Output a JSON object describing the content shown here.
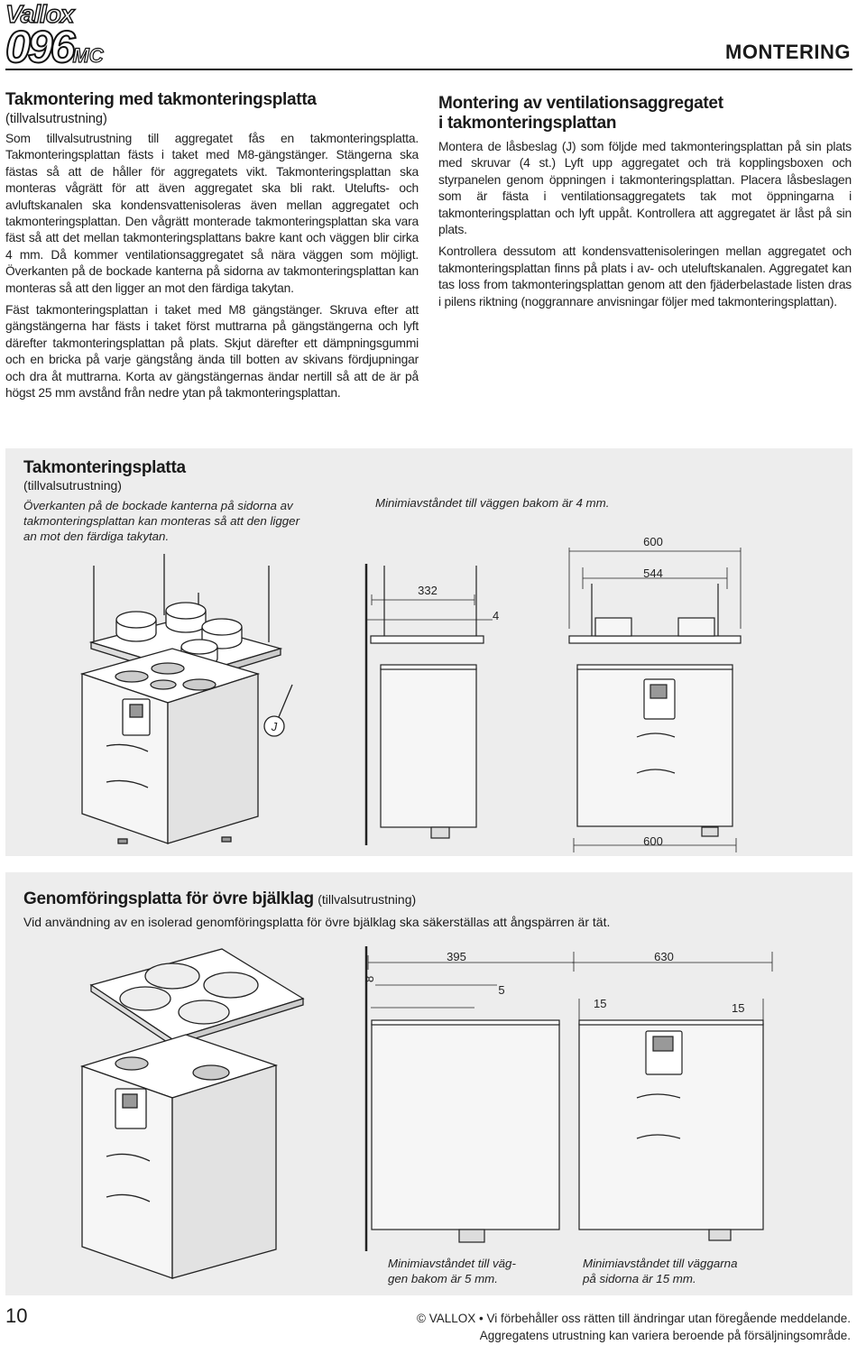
{
  "header": {
    "brand": "Vallox",
    "model": "096",
    "model_suffix": "MC",
    "section": "MONTERING"
  },
  "left_column": {
    "title": "Takmontering med takmonteringsplatta",
    "subtitle": "(tillvalsutrustning)",
    "paragraphs": [
      "Som tillvalsutrustning till aggregatet fås en takmonteringsplatta. Takmonteringsplattan fästs i taket med M8-gängstänger. Stängerna ska fästas så att de håller för aggregatets vikt. Takmonteringsplattan ska monteras vågrätt för att även aggregatet ska bli rakt. Utelufts- och avluftskanalen ska kondensvattenisoleras även mellan aggregatet och takmonteringsplattan. Den vågrätt monterade takmonteringsplattan ska vara fäst så att det mellan takmonteringsplattans bakre kant och väggen blir cirka 4 mm. Då kommer ventilationsaggregatet så nära väggen som möjligt. Överkanten på de bockade kanterna på sidorna av takmonteringsplattan kan monteras så att den ligger an mot den färdiga takytan.",
      "Fäst takmonteringsplattan i taket med M8 gängstänger. Skruva efter att gängstängerna har fästs i taket först muttrarna på gängstängerna och lyft därefter takmonteringsplattan på plats. Skjut därefter ett dämpningsgummi och en bricka på varje gängstång ända till botten av skivans fördjupningar och dra åt muttrarna. Korta av gängstängernas ändar nertill så att de är på högst 25 mm avstånd från nedre ytan på takmonteringsplattan."
    ]
  },
  "right_column": {
    "title_line1": "Montering av ventilationsaggregatet",
    "title_line2": "i takmonteringsplattan",
    "paragraphs": [
      "Montera de låsbeslag (J) som följde med takmonteringsplattan på sin plats med skruvar (4 st.) Lyft upp aggregatet och trä kopplingsboxen och styrpanelen genom öppningen i takmonteringsplattan. Placera låsbeslagen som är fästa i ventilationsaggregatets tak mot öppningarna i takmonteringsplattan och lyft uppåt. Kontrollera att aggregatet är låst på sin plats.",
      "Kontrollera dessutom att kondensvattenisoleringen mellan aggregatet och takmonteringsplattan finns på plats i av- och uteluftskanalen. Aggregatet kan tas loss from takmonteringsplattan genom att den fjäderbelastade listen dras i pilens riktning (noggrannare anvisningar följer med takmonteringsplattan)."
    ]
  },
  "figure1": {
    "title": "Takmonteringsplatta",
    "subtitle": "(tillvalsutrustning)",
    "note": "Överkanten på de bockade kanterna på sidorna av takmonteringsplattan kan monteras så att den ligger an mot den färdiga takytan.",
    "note_line1": "Överkanten på de bockade kanterna på sidorna av",
    "note_line2": "takmonteringsplattan kan monteras så att den ligger",
    "note_line3": "an mot den färdiga takytan.",
    "wall_note": "Minimiavståndet till väggen bakom är 4 mm.",
    "label_j": "J",
    "dim_600_top": "600",
    "dim_544": "544",
    "dim_332": "332",
    "dim_4": "4",
    "dim_600_bottom": "600"
  },
  "figure2": {
    "title": "Genomföringsplatta för övre bjälklag",
    "title_suffix": "(tillvalsutrustning)",
    "description": "Vid användning av en isolerad genomföringsplatta för övre bjälklag ska säkerställas att ångspärren är tät.",
    "dim_395": "395",
    "dim_630": "630",
    "dim_8": "8",
    "dim_5": "5",
    "dim_15_left": "15",
    "dim_15_right": "15",
    "note_back": "Minimiavståndet till väggen bakom är 5 mm.",
    "note_back_line1": "Minimiavståndet till väg-",
    "note_back_line2": "gen bakom är 5 mm.",
    "note_sides": "Minimiavståndet till väggarna på sidorna är 15 mm.",
    "note_sides_line1": "Minimiavståndet till väggarna",
    "note_sides_line2": "på sidorna är 15 mm."
  },
  "footer": {
    "page_number": "10",
    "line1": "© VALLOX • Vi förbehåller oss rätten till ändringar utan föregående meddelande.",
    "line2": "Aggregatens utrustning kan variera beroende på försäljningsområde."
  }
}
